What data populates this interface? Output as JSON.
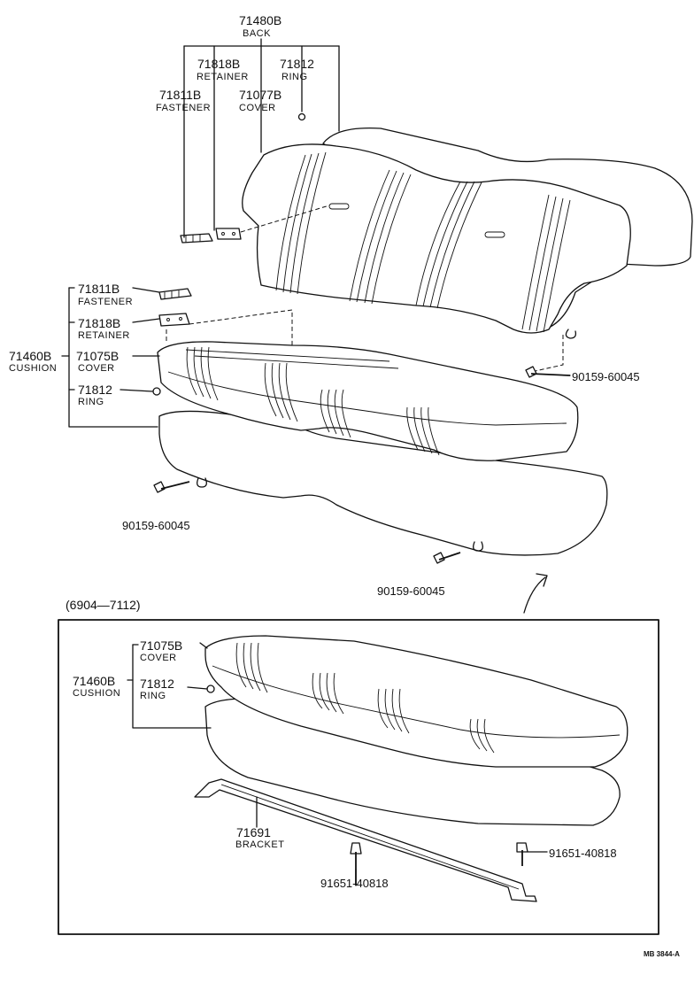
{
  "top_assembly": {
    "back": {
      "number": "71480B",
      "name": "BACK"
    },
    "back_retainer": {
      "number": "71818B",
      "name": "RETAINER"
    },
    "back_ring": {
      "number": "71812",
      "name": "RING"
    },
    "back_fastener": {
      "number": "71811B",
      "name": "FASTENER"
    },
    "back_cover": {
      "number": "71077B",
      "name": "COVER"
    },
    "cushion_fastener": {
      "number": "71811B",
      "name": "FASTENER"
    },
    "cushion_retainer": {
      "number": "71818B",
      "name": "RETAINER"
    },
    "cushion": {
      "number": "71460B",
      "name": "CUSHION"
    },
    "cushion_cover": {
      "number": "71075B",
      "name": "COVER"
    },
    "cushion_ring": {
      "number": "71812",
      "name": "RING"
    },
    "bolt_right": "90159-60045",
    "bolt_left": "90159-60045",
    "bolt_bottom": "90159-60045"
  },
  "inset": {
    "range": "(6904—7112)",
    "cover": {
      "number": "71075B",
      "name": "COVER"
    },
    "cushion": {
      "number": "71460B",
      "name": "CUSHION"
    },
    "ring": {
      "number": "71812",
      "name": "RING"
    },
    "bracket": {
      "number": "71691",
      "name": "BRACKET"
    },
    "bolt_right": "91651-40818",
    "bolt_bottom": "91651-40818"
  },
  "reference": "MB 3844-A"
}
